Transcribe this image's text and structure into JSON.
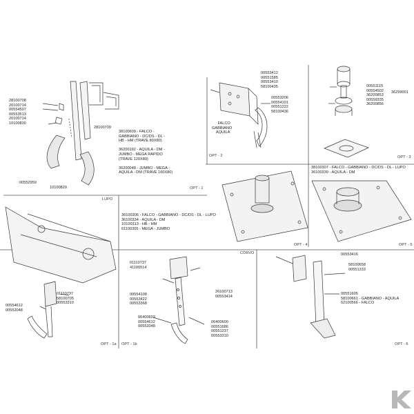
{
  "panels": {
    "p1": {
      "left_codes": [
        "28100708",
        "20100714",
        "00554507",
        "00553513",
        "20100714",
        "10100830"
      ],
      "right_code": "28100709",
      "bottom_left_code": "00552959",
      "bottom_code": "10100829",
      "desc": [
        "38100609 - FALCO -",
        "GABBIANO - DC/DS - DL -",
        "HB - HM (TRAVE 80X80)",
        "",
        "36200192 - AQUILA - DM -",
        "JUMBO - MEGA RAPIDO",
        "(TRAVE 120X80)",
        "",
        "36200048 - JUMBO - MEGA -",
        "AQUILA - DM (TRAVE 160X80)"
      ],
      "tag": "OPT - 1"
    },
    "p2": {
      "codes_top": [
        "00553412",
        "00551585",
        "00553410",
        "58100435"
      ],
      "codes_right": [
        "00553206",
        "00554101",
        "00551222",
        "58100436"
      ],
      "label": [
        "FALCO",
        "GABBIANO",
        "AQUILA"
      ],
      "tag": "OPT - 2"
    },
    "p3": {
      "codes": [
        "00551115",
        "00554502",
        "36200853",
        "00559335",
        "36200856"
      ],
      "side_code": "36299001",
      "tag": "OPT - 3"
    },
    "p4": {
      "desc": [
        "36100306 - FALCO - GABBIANO - DC/DS - DL - LUPO",
        "36100334 - AQUILA - DM",
        "10100313 - HB - HM",
        "61100305 - MEGA - JUMBO"
      ],
      "tag": "OPT - 4"
    },
    "p5": {
      "desc": [
        "38100307 - FALCO - GABBIANO - DC/DS - DL - LUPO",
        "36100339 - AQUILA - DM"
      ],
      "tag": "OPT - 5"
    },
    "p1a": {
      "label": "LUPO",
      "codes_right": [
        "01110737",
        "58100705",
        "00553310"
      ],
      "codes_left": [
        "00554612",
        "00552048"
      ],
      "tag": "OPT - 1a"
    },
    "p1b": {
      "top_codes": [
        "01110737",
        "41100514"
      ],
      "left_codes_1": [
        "00554108",
        "00553422",
        "00553368"
      ],
      "left_codes_2": [
        "06400603",
        "00554612",
        "00552048"
      ],
      "right_codes_1": [
        "26100713",
        "00553414"
      ],
      "right_codes_2": [
        "06400600",
        "00551686",
        "00551237",
        "00553310"
      ],
      "tag": "OPT - 1b"
    },
    "p6": {
      "label": "CORVO",
      "codes_top": [
        "00553416"
      ],
      "codes_right": [
        "58100658",
        "00551333"
      ],
      "codes_bottom": [
        "00551605",
        "58100661 - GABBIANO - AQUILA",
        "62100566 - FALCO"
      ],
      "tag": "OPT - 6"
    }
  },
  "brand": {
    "logo": "kverneland-k-logo",
    "color": "#b8b8b8"
  }
}
